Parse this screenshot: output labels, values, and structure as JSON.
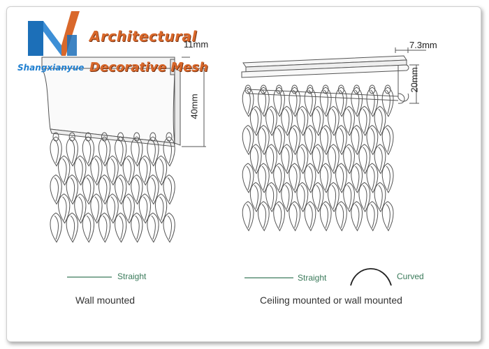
{
  "brand": {
    "title": "Architectural",
    "subtitle": "Decorative Mesh",
    "name": "Shangxianyue"
  },
  "wall": {
    "dim_top": "11mm",
    "dim_height": "40mm",
    "legend_label": "Straight",
    "caption": "Wall mounted"
  },
  "ceiling": {
    "dim_top": "7.3mm",
    "dim_height": "20mm",
    "legend_straight": "Straight",
    "legend_curved": "Curved",
    "caption": "Ceiling mounted or wall mounted"
  },
  "colors": {
    "brand_orange": "#d9682b",
    "brand_blue": "#1f7fd0",
    "legend_green": "#3a7a5a",
    "line": "#555555"
  }
}
